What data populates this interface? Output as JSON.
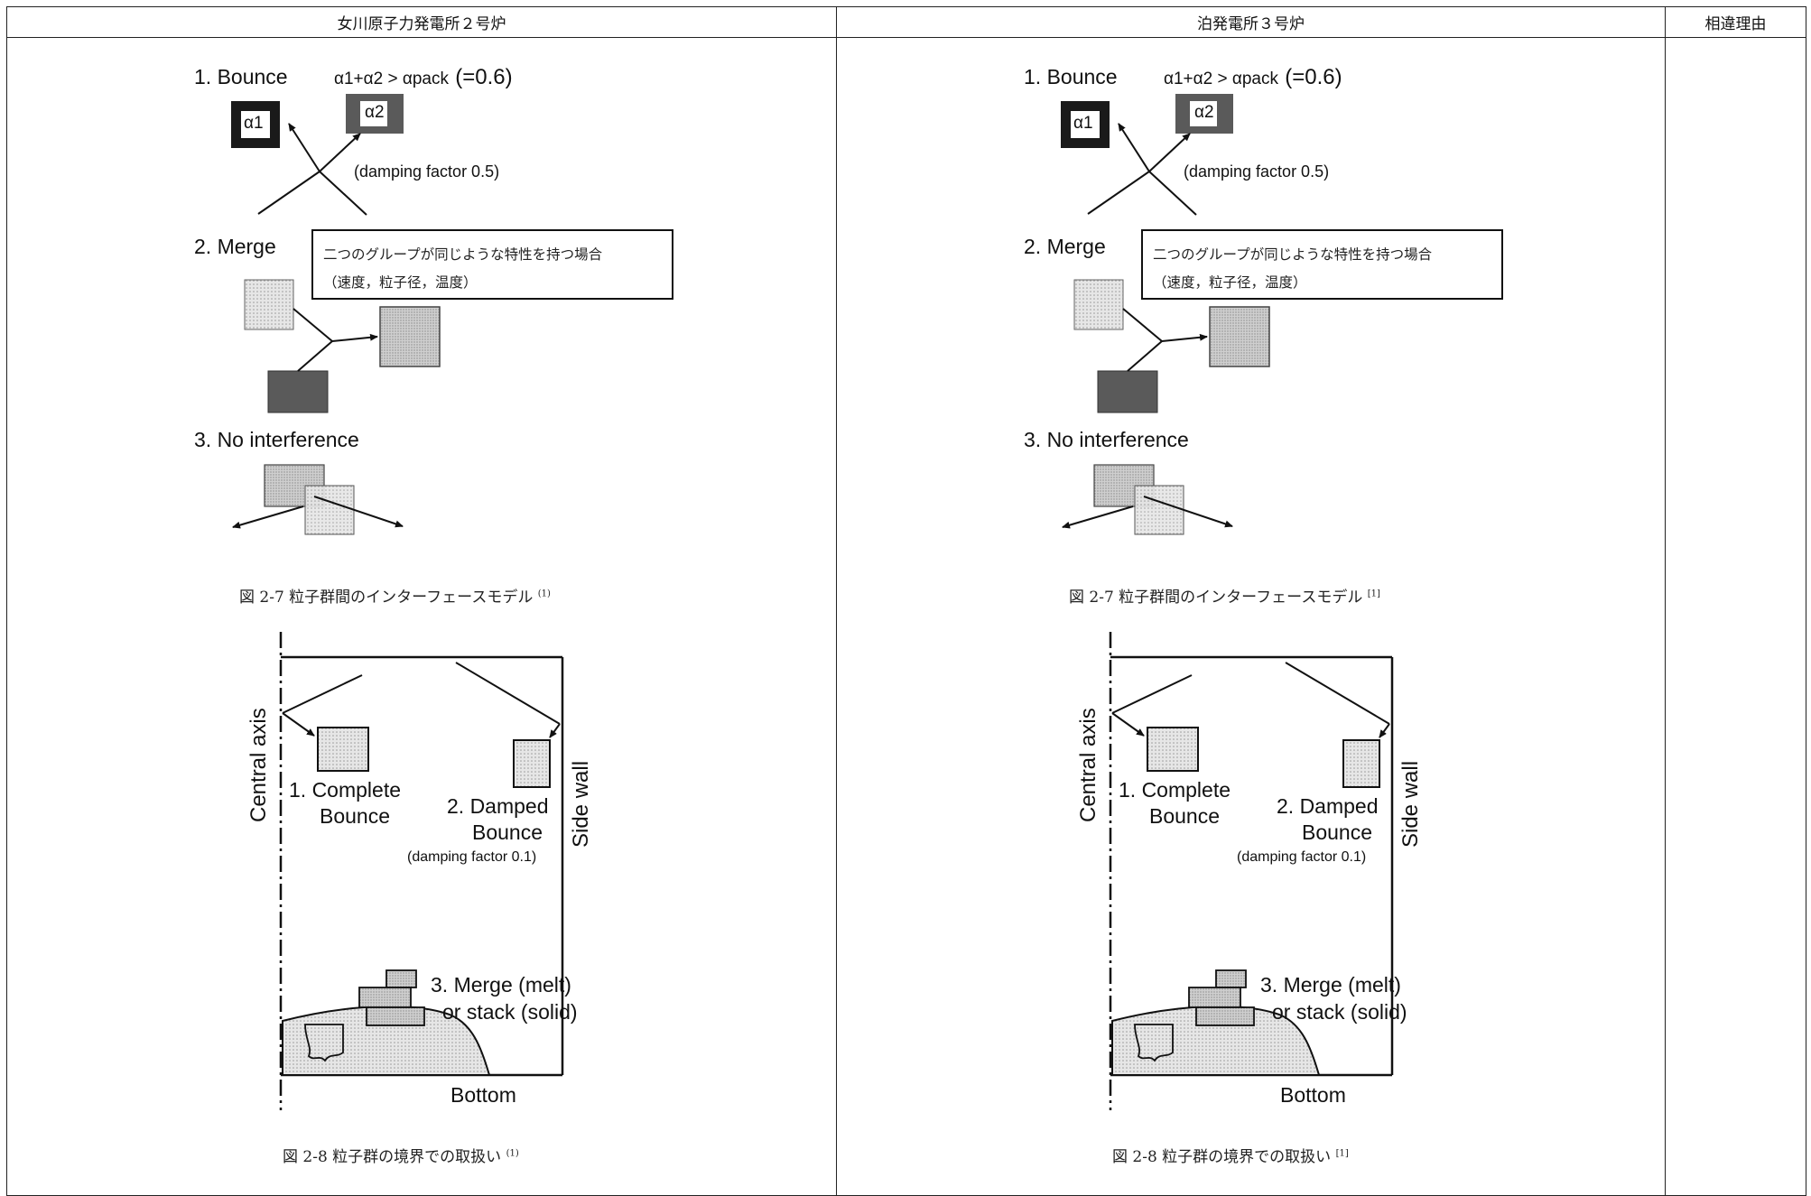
{
  "header": {
    "col_left": "女川原子力発電所２号炉",
    "col_mid": "泊発電所３号炉",
    "col_right": "相違理由"
  },
  "panels": [
    {
      "bounce_label": "1. Bounce",
      "bounce_condition_prefix": "α1+α2 > αpack",
      "bounce_condition_value": "(=0.6)",
      "alpha1": "α1",
      "alpha2": "α2",
      "damping_note": "(damping factor 0.5)",
      "merge_label": "2. Merge",
      "merge_box_line1": "二つのグループが同じような特性を持つ場合",
      "merge_box_line2": "（速度，粒子径，温度）",
      "no_interference_label": "3. No interference",
      "fig27_caption": "図 2-7 粒子群間のインターフェースモデル",
      "fig27_ref": "(1)",
      "central_axis": "Central axis",
      "side_wall": "Side wall",
      "complete_bounce_1": "1. Complete",
      "complete_bounce_2": "Bounce",
      "damped_bounce_1": "2. Damped",
      "damped_bounce_2": "Bounce",
      "damped_note": "(damping factor 0.1)",
      "merge_melt_1": "3. Merge (melt)",
      "merge_melt_2": "or stack (solid)",
      "bottom": "Bottom",
      "fig28_caption": "図 2-8 粒子群の境界での取扱い",
      "fig28_ref": "(1)"
    },
    {
      "bounce_label": "1. Bounce",
      "bounce_condition_prefix": "α1+α2 > αpack",
      "bounce_condition_value": "(=0.6)",
      "alpha1": "α1",
      "alpha2": "α2",
      "damping_note": "(damping factor 0.5)",
      "merge_label": "2. Merge",
      "merge_box_line1": "二つのグループが同じような特性を持つ場合",
      "merge_box_line2": "（速度，粒子径，温度）",
      "no_interference_label": "3. No interference",
      "fig27_caption": "図 2-7 粒子群間のインターフェースモデル",
      "fig27_ref": "[1]",
      "central_axis": "Central axis",
      "side_wall": "Side wall",
      "complete_bounce_1": "1. Complete",
      "complete_bounce_2": "Bounce",
      "damped_bounce_1": "2. Damped",
      "damped_bounce_2": "Bounce",
      "damped_note": "(damping factor 0.1)",
      "merge_melt_1": "3. Merge (melt)",
      "merge_melt_2": "or stack (solid)",
      "bottom": "Bottom",
      "fig28_caption": "図 2-8 粒子群の境界での取扱い",
      "fig28_ref": "[1]"
    }
  ],
  "colors": {
    "dark_fill": "#5a5a5a",
    "black_fill": "#1a1a1a",
    "light_fill": "#d4d4d4",
    "mid_fill": "#a8a8a8",
    "dot_fill": "#e2e2e2"
  }
}
